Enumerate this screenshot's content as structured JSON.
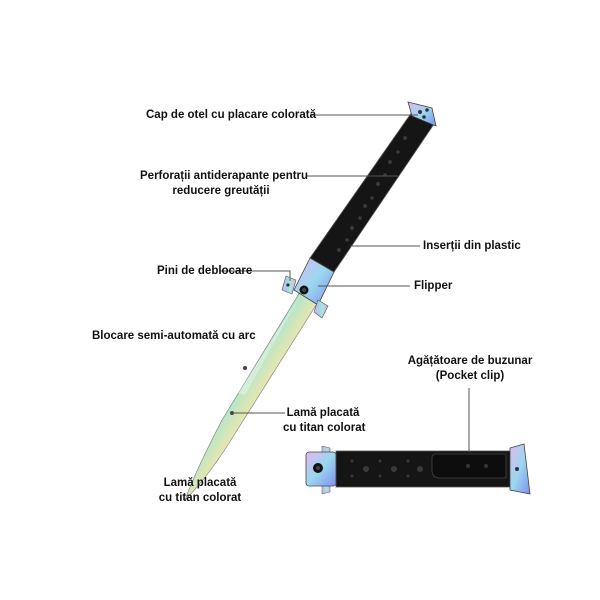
{
  "title": "Knife anatomy diagram",
  "colors": {
    "background": "#ffffff",
    "label_text": "#111111",
    "leader_line": "#555555",
    "handle_black": "#151515",
    "blade_gradient": [
      "#f3a6d8",
      "#b7c6f0",
      "#9fe3d9",
      "#f6e7a6",
      "#c7a0f0",
      "#8fb4f2"
    ]
  },
  "labels": {
    "cap": "Cap de otel cu placare colorată",
    "perforations_line1": "Perforații antiderapante pentru",
    "perforations_line2": "reducere greutății",
    "inserts": "Inserții din plastic",
    "release_pins": "Pini de deblocare",
    "flipper": "Flipper",
    "lock": "Blocare semi-automată cu arc",
    "pocket_clip_line1": "Agățătoare de buzunar",
    "pocket_clip_line2": "(Pocket clip)",
    "blade_right_line1": "Lamă placată",
    "blade_right_line2": "cu titan colorat",
    "blade_bottom_line1": "Lamă placată",
    "blade_bottom_line2": "cu titan colorat"
  },
  "icons": {
    "knife_open": "open-stiletto-knife",
    "knife_closed": "closed-stiletto-knife"
  }
}
